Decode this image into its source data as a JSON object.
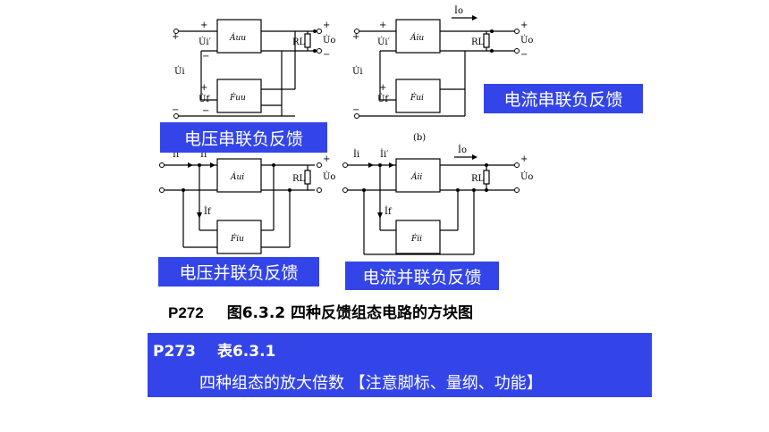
{
  "sub_caption": "(b)",
  "circuit_labels": {
    "Ui_prime": "U̇i′",
    "Ui": "U̇i",
    "Uf": "U̇f",
    "Uo": "U̇o",
    "RL": "RL",
    "Io": "İo",
    "Ii": "İi",
    "Ii_prime": "İi′",
    "If": "İf",
    "A_uu": "Ȧuu",
    "F_uu": "Ḟuu",
    "A_iu": "Ȧiu",
    "F_ui": "Ḟui",
    "A_ui": "Ȧui",
    "F_iu": "Ḟiu",
    "A_ii": "Ȧii",
    "F_ii": "Ḟii",
    "plus": "+",
    "minus": "−"
  },
  "feedback_labels": {
    "voltage_series": "电压串联负反馈",
    "current_series": "电流串联负反馈",
    "voltage_shunt": "电压并联负反馈",
    "current_shunt": "电流并联负反馈"
  },
  "figure_caption": {
    "page": "P272",
    "text": "图6.3.2  四种反馈组态电路的方块图"
  },
  "table_box": {
    "page": "P273",
    "table_ref": "表6.3.1",
    "line2": "四种组态的放大倍数  【注意脚标、量纲、功能】"
  },
  "colors": {
    "label_bg": "#3345e8",
    "label_text": "#ffffff",
    "circuit_line": "#000000"
  }
}
